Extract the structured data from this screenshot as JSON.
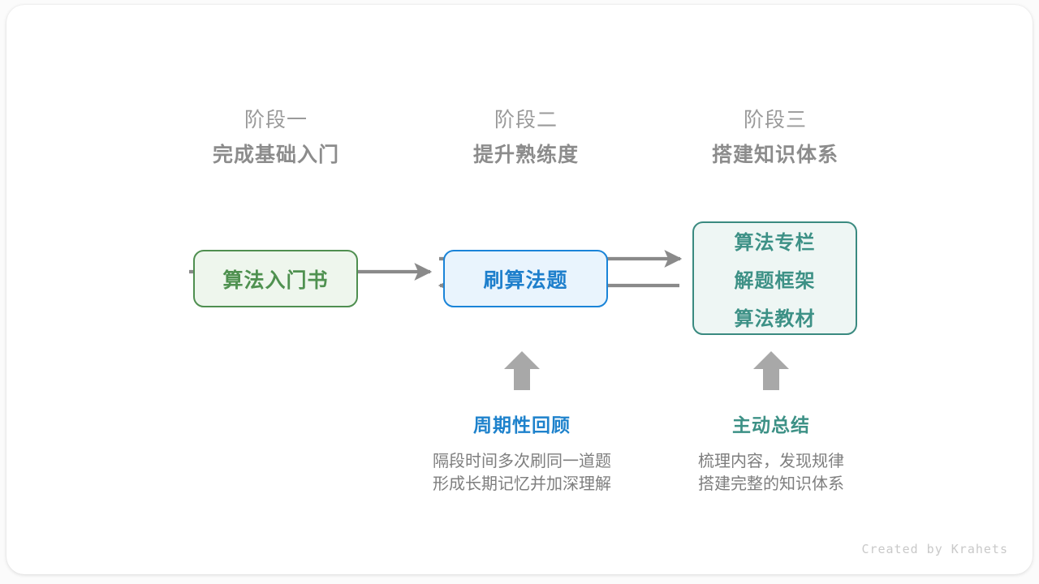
{
  "canvas": {
    "background": "#ffffff",
    "page_background": "#fbfbfb"
  },
  "colors": {
    "green": "#4f9150",
    "green_border": "#4f8f50",
    "green_fill": "#eef6ed",
    "blue": "#1e7fcc",
    "blue_border": "#1a84d8",
    "blue_fill": "#e9f4fd",
    "teal": "#3d9186",
    "teal_border": "#3a8a80",
    "teal_fill": "#eef6f4",
    "arrow_gray": "#8a8a8a",
    "header_gray": "#8c8c8c",
    "desc_gray": "#7e7e7e",
    "credit_gray": "#c9c9c9"
  },
  "stages": [
    {
      "sub": "阶段一",
      "title": "完成基础入门"
    },
    {
      "sub": "阶段二",
      "title": "提升熟练度"
    },
    {
      "sub": "阶段三",
      "title": "搭建知识体系"
    }
  ],
  "nodes": {
    "green": {
      "lines": [
        "算法入门书"
      ]
    },
    "blue": {
      "lines": [
        "刷算法题"
      ]
    },
    "teal": {
      "lines": [
        "算法专栏",
        "解题框架",
        "算法教材"
      ]
    }
  },
  "notes": [
    {
      "title": "周期性回顾",
      "desc_lines": [
        "隔段时间多次刷同一道题",
        "形成长期记忆并加深理解"
      ]
    },
    {
      "title": "主动总结",
      "desc_lines": [
        "梳理内容，发现规律",
        "搭建完整的知识体系"
      ]
    }
  ],
  "credit": "Created by Krahets"
}
